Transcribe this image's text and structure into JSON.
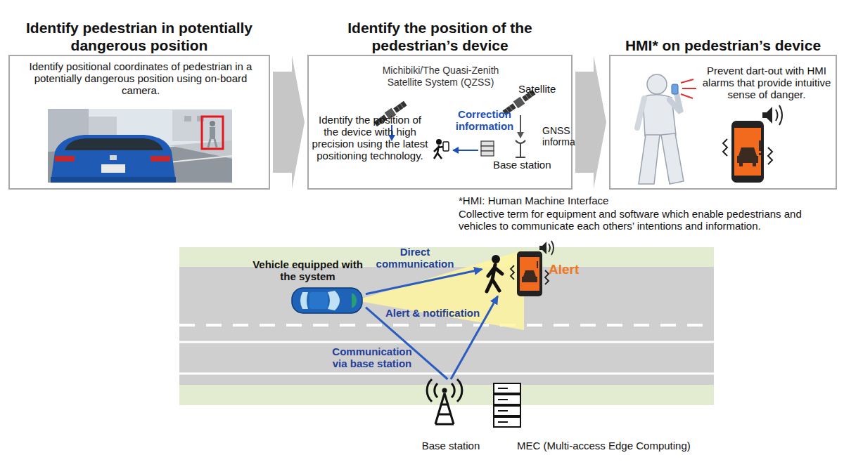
{
  "diagram": {
    "nodes": [
      {
        "text": [
          "Identify pedestrian in potentially dangerous position",
          "Identify positional coordinates of pedestrian in a potentially dangerous position using on-board camera."
        ]
      },
      {
        "text": [
          "Identify the position of the pedestrian’s device",
          "Michibiki/The Quasi-Zenith Satellite System (QZSS)",
          "Identify the position of the device with high precision using the latest positioning technology.",
          "Satellite",
          "Correction information",
          "GNSS information",
          "Base station"
        ]
      },
      {
        "text": [
          "HMI* on pedestrian’s device",
          "Prevent dart-out with HMI alarms that provide intuitive sense of danger."
        ]
      },
      {
        "text": [
          "Vehicle equipped with the system"
        ]
      },
      {
        "text": [
          "Alert"
        ]
      },
      {
        "text": [
          "Base station"
        ]
      },
      {
        "text": [
          "MEC (Multi-access Edge Computing)"
        ]
      }
    ],
    "edges": [
      {
        "from": 0,
        "to": 1,
        "arrow": "to"
      },
      {
        "from": 1,
        "to": 2,
        "arrow": "to"
      },
      {
        "from": 3,
        "to": 4,
        "label": "Direct communication",
        "arrow": "to"
      },
      {
        "from": 3,
        "to": 5,
        "label": "Communication via base station",
        "arrow": "none"
      },
      {
        "from": 5,
        "to": 4,
        "arrow": "to"
      }
    ],
    "labels": [
      "Alert & notification",
      "*HMI: Human Machine Interface",
      "Collective term for equipment and software which enable pedestrians and vehicles to communicate each others’ intentions and information."
    ]
  }
}
